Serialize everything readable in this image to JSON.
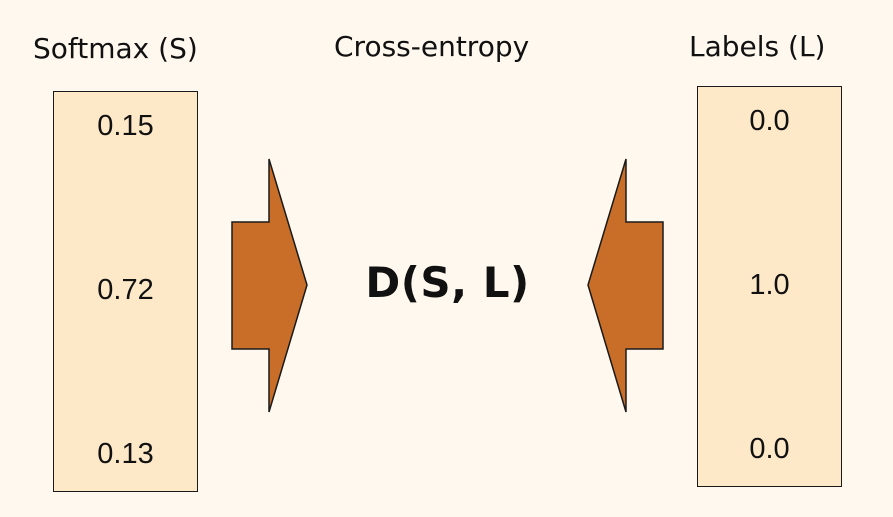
{
  "softmax": {
    "title": "Softmax (S)",
    "values": [
      "0.15",
      "0.72",
      "0.13"
    ]
  },
  "cross_entropy": {
    "title": "Cross-entropy",
    "formula": "D(S, L)"
  },
  "labels": {
    "title": "Labels (L)",
    "values": [
      "0.0",
      "1.0",
      "0.0"
    ]
  },
  "colors": {
    "background": "#fff8ee",
    "column_fill": "#fde8c8",
    "arrow_fill": "#c96e28"
  }
}
